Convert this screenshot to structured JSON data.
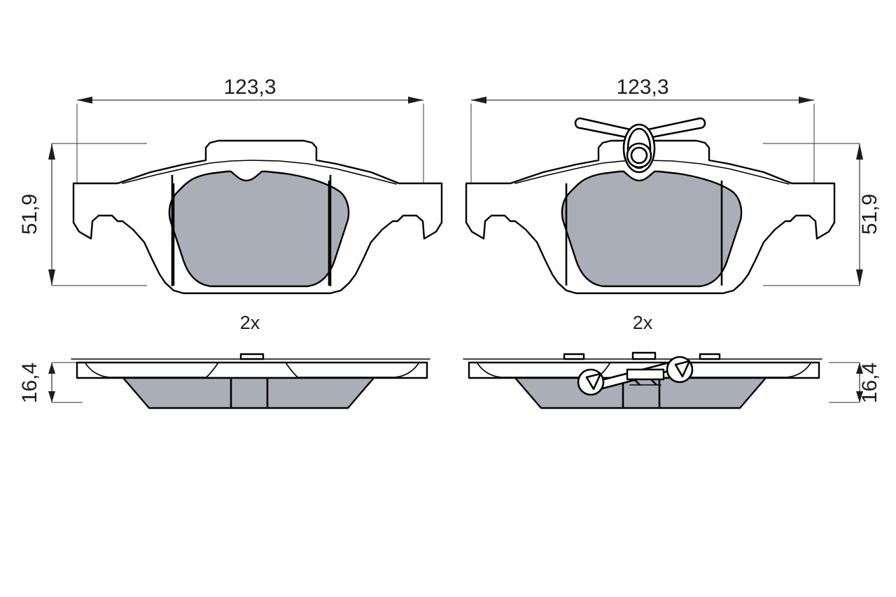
{
  "drawing": {
    "title": "Brake pad set technical drawing",
    "background_color": "#ffffff",
    "line_color": "#000000",
    "dimension_line_color": "#58585a",
    "friction_material_color": "#aaaeb6"
  },
  "views": {
    "top_left": {
      "name": "pad-front-view-plain",
      "quantity_label": "2x",
      "width_dimension": "123,3",
      "height_dimension": "51,9"
    },
    "top_right": {
      "name": "pad-front-view-with-clip",
      "quantity_label": "2x",
      "width_dimension": "123,3",
      "height_dimension": "51,9"
    },
    "bottom_left": {
      "name": "pad-side-view-plain",
      "thickness_dimension": "16,4"
    },
    "bottom_right": {
      "name": "pad-side-view-with-clip",
      "thickness_dimension": "16,4"
    }
  },
  "dimensions": {
    "width_left": "123,3",
    "width_right": "123,3",
    "height_left": "51,9",
    "height_right": "51,9",
    "thickness_left": "16,4",
    "thickness_right": "16,4"
  },
  "annotations": {
    "quantity_left": "2x",
    "quantity_right": "2x"
  }
}
